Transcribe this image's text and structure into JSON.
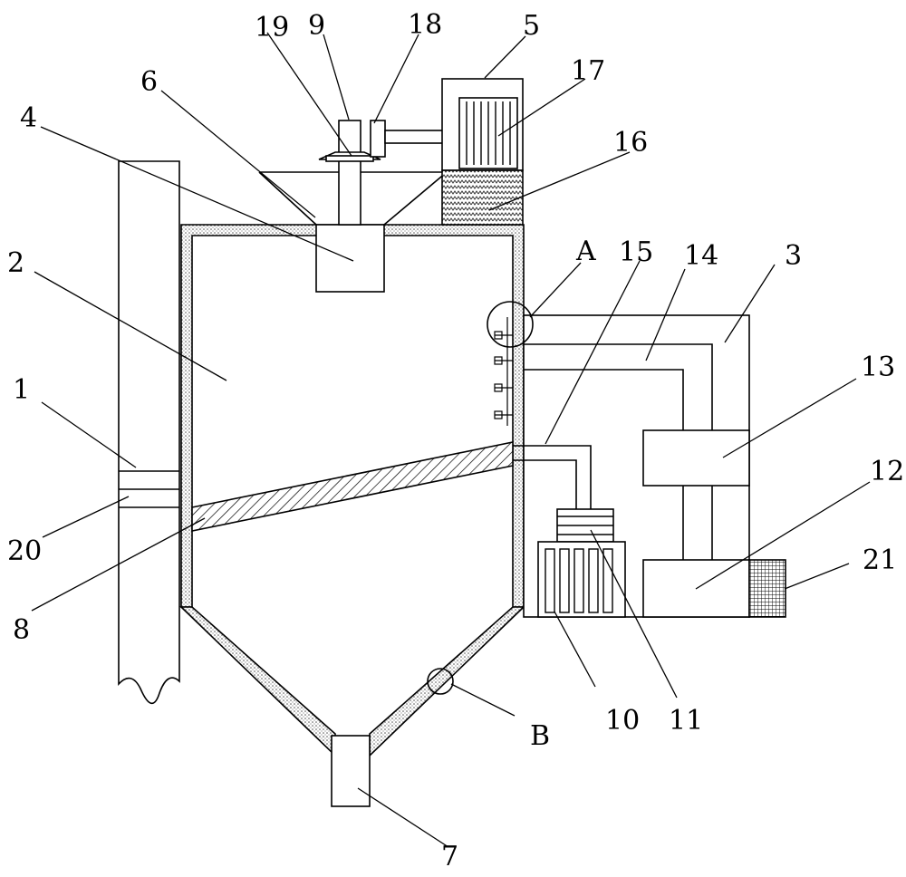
{
  "labels": {
    "l1": "1",
    "l2": "2",
    "l3": "3",
    "l4": "4",
    "l5": "5",
    "l6": "6",
    "l7": "7",
    "l8": "8",
    "l9": "9",
    "l10": "10",
    "l11": "11",
    "l12": "12",
    "l13": "13",
    "l14": "14",
    "l15": "15",
    "l16": "16",
    "l17": "17",
    "l18": "18",
    "l19": "19",
    "l20": "20",
    "l21": "21",
    "lA": "A",
    "lB": "B"
  }
}
